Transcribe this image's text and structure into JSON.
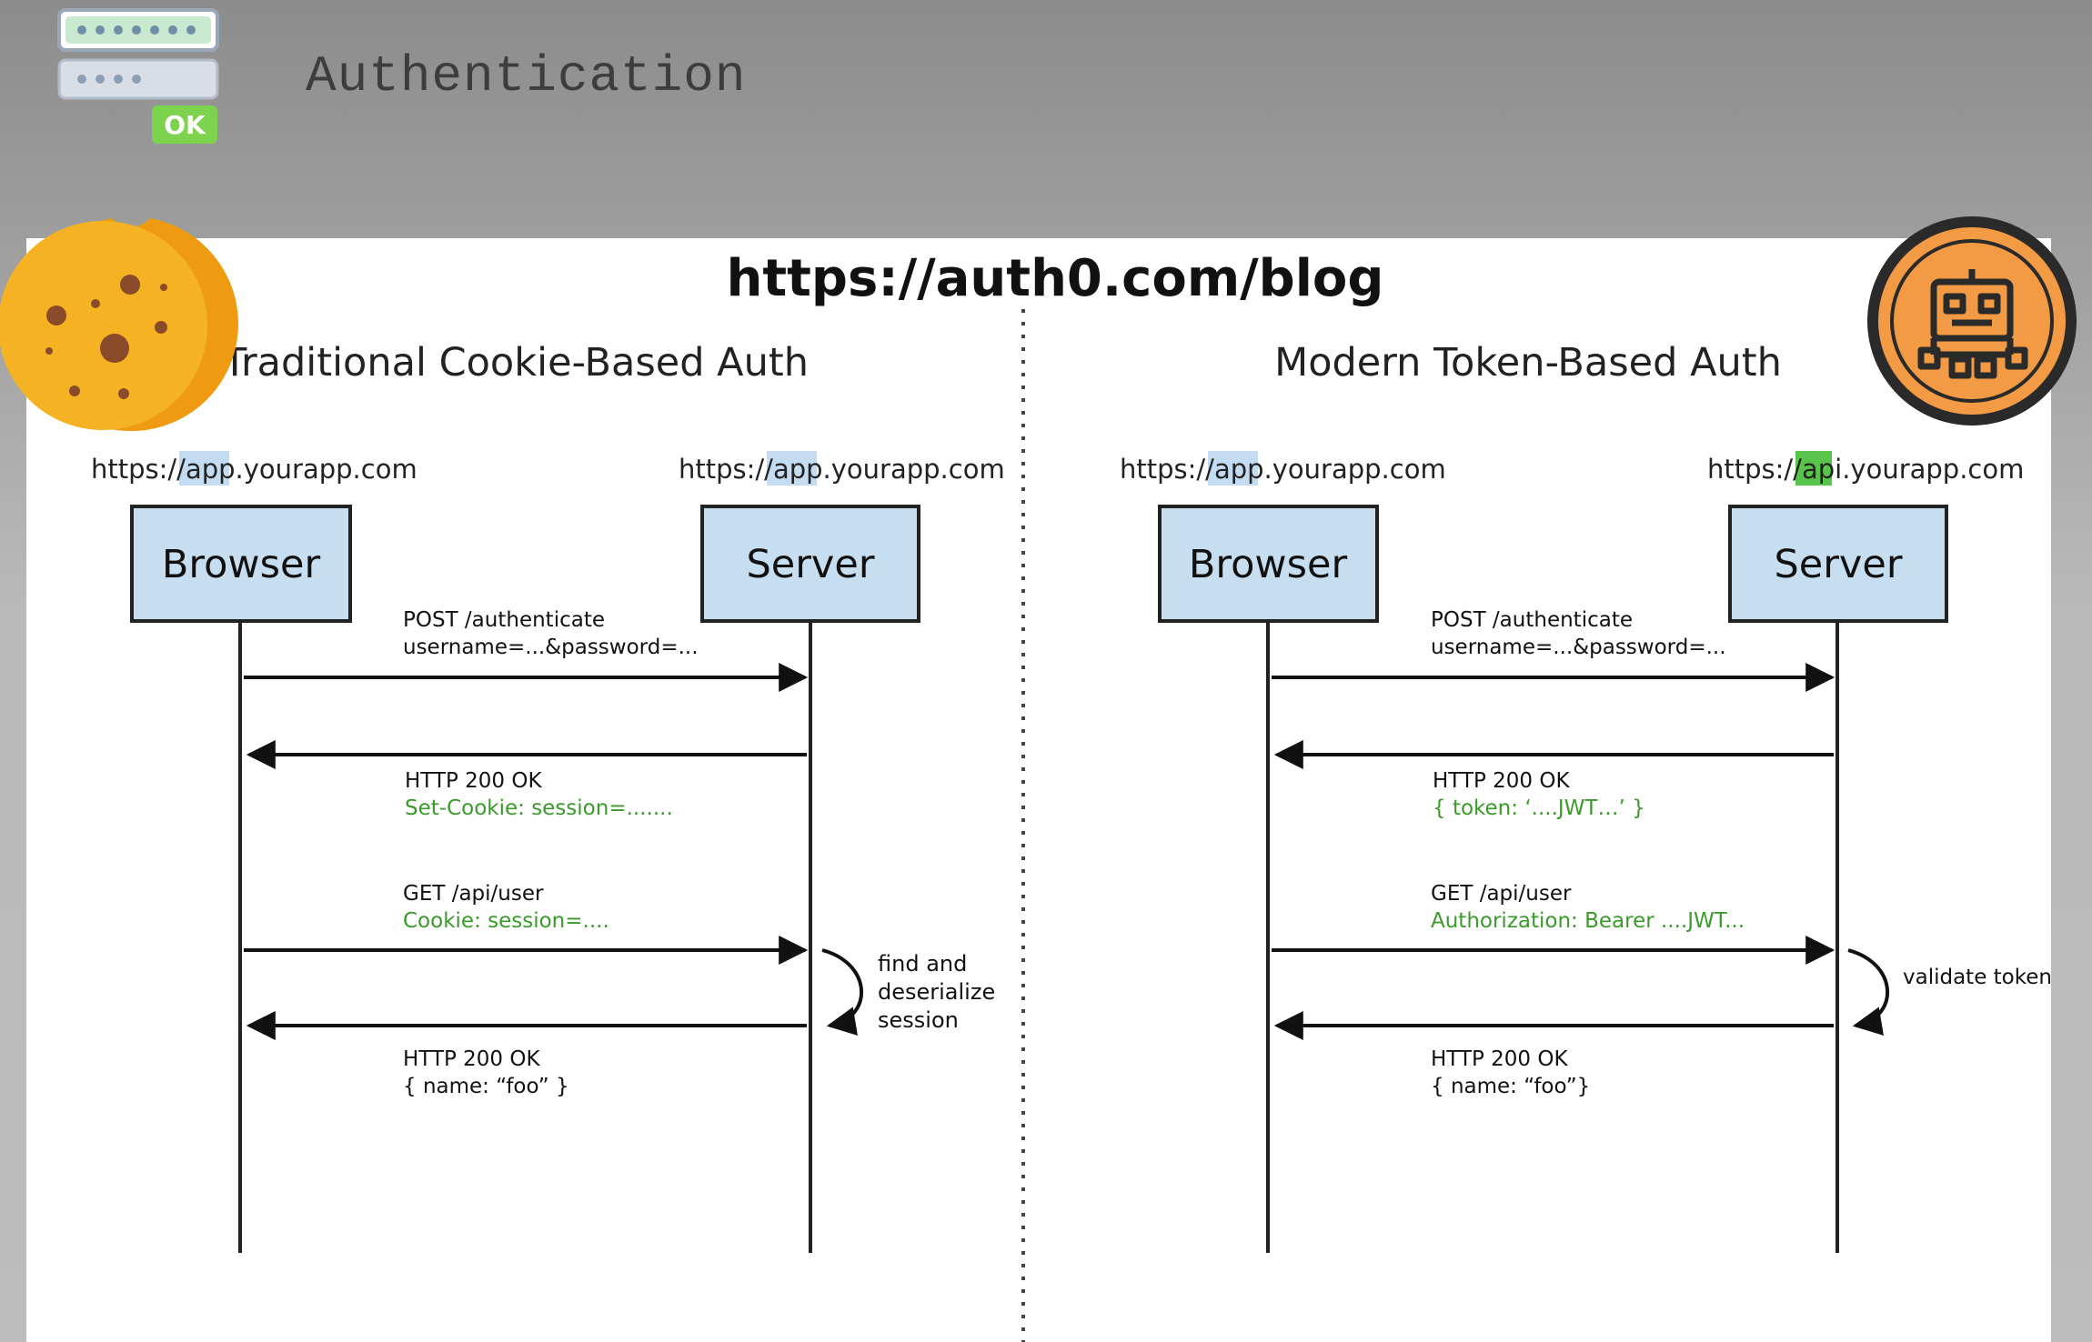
{
  "header": {
    "title": "Authentication",
    "ok_badge": "OK"
  },
  "source_url": "https://auth0.com/blog",
  "colors": {
    "box_fill": "#c7ddf0",
    "green_text": "#3a9a2a",
    "app_highlight": "#c4dcf2",
    "api_highlight": "#58c44c",
    "cookie": "#f5b323",
    "token_badge": "#f39a44"
  },
  "left": {
    "title": "Traditional Cookie-Based Auth",
    "browser_url": {
      "prefix": "https://",
      "highlight": "app",
      "suffix": ".yourapp.com"
    },
    "server_url": {
      "prefix": "https://",
      "highlight": "app",
      "suffix": ".yourapp.com"
    },
    "browser_label": "Browser",
    "server_label": "Server",
    "msg1": {
      "line1": "POST /authenticate",
      "line2": "username=...&password=..."
    },
    "msg2": {
      "line1": "HTTP 200 OK",
      "line2": "Set-Cookie: session=......."
    },
    "msg3": {
      "line1": "GET /api/user",
      "line2": "Cookie: session=...."
    },
    "self_note": {
      "line1": "find and",
      "line2": "deserialize",
      "line3": "session"
    },
    "msg4": {
      "line1": "HTTP 200 OK",
      "line2": "{  name: “foo” }"
    }
  },
  "right": {
    "title": "Modern Token-Based Auth",
    "browser_url": {
      "prefix": "https://",
      "highlight": "app",
      "suffix": ".yourapp.com"
    },
    "server_url": {
      "prefix": "https://",
      "highlight": "api",
      "suffix": ".yourapp.com"
    },
    "browser_label": "Browser",
    "server_label": "Server",
    "msg1": {
      "line1": "POST /authenticate",
      "line2": "username=...&password=..."
    },
    "msg2": {
      "line1": "HTTP 200 OK",
      "line2": "{ token: ‘....JWT…’ }"
    },
    "msg3": {
      "line1": "GET /api/user",
      "line2": "Authorization: Bearer ....JWT..."
    },
    "self_note": {
      "line1": "validate token"
    },
    "msg4": {
      "line1": "HTTP 200 OK",
      "line2": "{ name: “foo”}"
    }
  },
  "icons": [
    "login-form-icon",
    "cookie-icon",
    "token-robot-icon"
  ]
}
